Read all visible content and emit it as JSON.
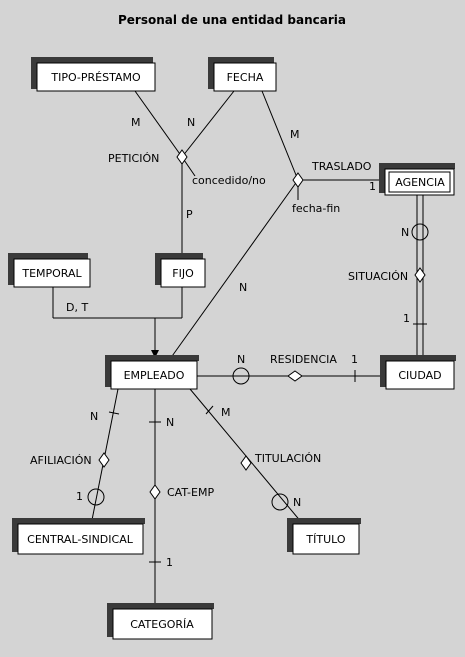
{
  "title": "Personal de una entidad bancaria",
  "entities": {
    "tipo_prestamo": "TIPO-PRÉSTAMO",
    "fecha": "FECHA",
    "agencia": "AGENCIA",
    "temporal": "TEMPORAL",
    "fijo": "FIJO",
    "empleado": "EMPLEADO",
    "ciudad": "CIUDAD",
    "central_sindical": "CENTRAL-SINDICAL",
    "titulo": "TÍTULO",
    "categoria": "CATEGORÍA"
  },
  "relationships": {
    "peticion": "PETICIÓN",
    "traslado": "TRASLADO",
    "situacion": "SITUACIÓN",
    "residencia": "RESIDENCIA",
    "afiliacion": "AFILIACIÓN",
    "cat_emp": "CAT-EMP",
    "titulacion": "TITULACIÓN"
  },
  "attributes": {
    "concedido": "concedido/no",
    "fecha_fin": "fecha-fin",
    "generalization": "D, T"
  },
  "cardinalities": {
    "pet_tipo": "M",
    "pet_fecha": "N",
    "pet_fijo": "P",
    "tras_fecha": "M",
    "tras_agencia": "1",
    "tras_empleado": "N",
    "sit_agencia": "N",
    "sit_ciudad": "1",
    "res_empleado": "N",
    "res_ciudad": "1",
    "afil_empleado": "N",
    "afil_central": "1",
    "cat_empleado": "N",
    "cat_categoria": "1",
    "tit_empleado": "M",
    "tit_titulo": "N"
  }
}
